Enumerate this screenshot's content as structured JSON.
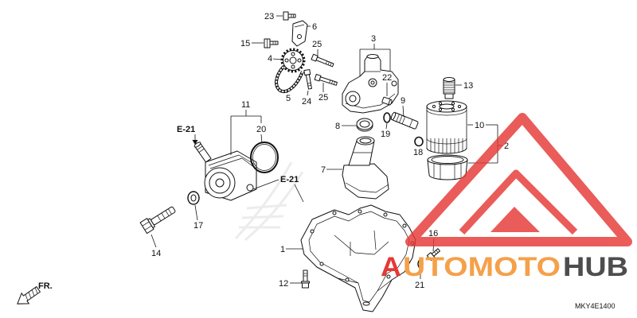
{
  "callouts": [
    "23",
    "6",
    "15",
    "25",
    "4",
    "3",
    "22",
    "5",
    "24",
    "25",
    "13",
    "9",
    "11",
    "8",
    "19",
    "10",
    "2",
    "20",
    "18",
    "7",
    "1",
    "17",
    "14",
    "16",
    "12",
    "21"
  ],
  "references": [
    "E-21",
    "E-21"
  ],
  "direction_label": "FR.",
  "diagram_code": "MKY4E1400",
  "watermark_logo": {
    "text_a": "A",
    "text_mid": "UTOMOTO",
    "text_end": "HUB"
  },
  "colors": {
    "line": "#111111",
    "logo_red": "#e53935",
    "logo_orange": "#f5a04a",
    "logo_gray": "#4d4d4d"
  }
}
